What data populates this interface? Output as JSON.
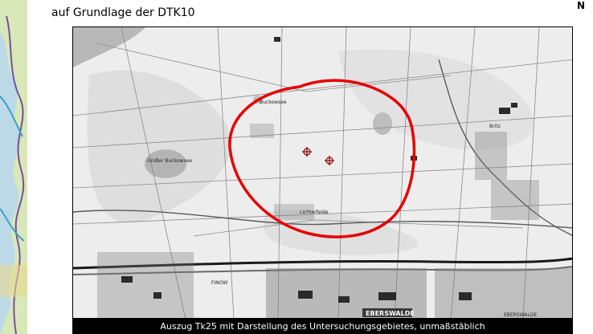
{
  "map": {
    "heading": "auf Grundlage der DTK10",
    "north_label": "N",
    "caption": "Auszug Tk25 mit Darstellung des Untersuchungsgebietes, unmaßstäblich",
    "labels": {
      "buckow": "Buckowsee",
      "britz": "Britz",
      "grosser_see": "Großer Buckowsee",
      "lichterfelde": "Lichterfelde",
      "eberswalde": "EBERSWALDE",
      "eberswalde_small": "EBERSWALDE",
      "finow": "FINOW"
    },
    "colors": {
      "study_area_circle": "#e60000",
      "turbine_marker": "#8b0000",
      "caption_bar": "#000000",
      "lake": "#b8b8b8",
      "forest": "#d8d8d8"
    },
    "icons": [
      "north-arrow-label",
      "turbine-marker-icon",
      "turbine-marker-icon"
    ]
  }
}
